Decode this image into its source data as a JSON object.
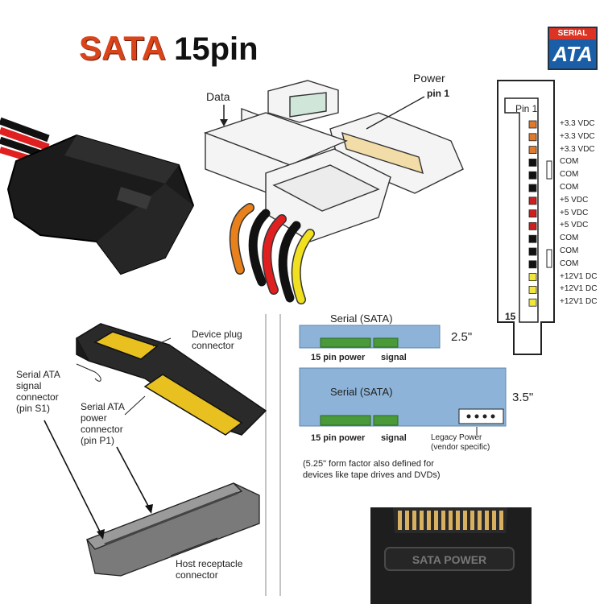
{
  "title": {
    "main": "SATA",
    "sub": "15pin"
  },
  "logo": {
    "top": "SERIAL",
    "bottom": "ATA"
  },
  "top_diagram": {
    "data_label": "Data",
    "power_label": "Power",
    "pin1_label": "pin 1"
  },
  "pinout": {
    "pin1_label": "Pin 1",
    "pin15_label": "15",
    "pins": [
      {
        "label": "+3.3 VDC",
        "color": "#e07a2a"
      },
      {
        "label": "+3.3 VDC",
        "color": "#e07a2a"
      },
      {
        "label": "+3.3 VDC",
        "color": "#e07a2a"
      },
      {
        "label": "COM",
        "color": "#111111"
      },
      {
        "label": "COM",
        "color": "#111111"
      },
      {
        "label": "COM",
        "color": "#111111"
      },
      {
        "label": "+5 VDC",
        "color": "#cc2020"
      },
      {
        "label": "+5 VDC",
        "color": "#cc2020"
      },
      {
        "label": "+5 VDC",
        "color": "#cc2020"
      },
      {
        "label": "COM",
        "color": "#111111"
      },
      {
        "label": "COM",
        "color": "#111111"
      },
      {
        "label": "COM",
        "color": "#111111"
      },
      {
        "label": "+12V1 DC",
        "color": "#f2e63a"
      },
      {
        "label": "+12V1 DC",
        "color": "#f2e63a"
      },
      {
        "label": "+12V1 DC",
        "color": "#f2e63a"
      }
    ]
  },
  "bottom_left": {
    "device_plug": [
      "Device plug",
      "connector"
    ],
    "signal_conn": [
      "Serial ATA",
      "signal",
      "connector",
      "(pin S1)"
    ],
    "power_conn": [
      "Serial ATA",
      "power",
      "connector",
      "(pin P1)"
    ],
    "host_recep": [
      "Host receptacle",
      "connector"
    ]
  },
  "form_factor": {
    "serial_25": "Serial (SATA)",
    "size_25": "2.5\"",
    "power_25": "15 pin power",
    "signal_25": "signal",
    "serial_35": "Serial (SATA)",
    "size_35": "3.5\"",
    "power_35": "15 pin power",
    "signal_35": "signal",
    "legacy": [
      "Legacy Power",
      "(vendor specific)"
    ],
    "note": [
      "(5.25\" form factor also defined for",
      "devices like tape drives and DVDs)"
    ]
  },
  "photo_label": "SATA POWER",
  "colors": {
    "board": "#8db4d8",
    "board_edge": "#5e86aa",
    "green": "#4a9a3a",
    "wire_orange": "#e8801c",
    "wire_red": "#e02020",
    "wire_yellow": "#f0e020",
    "title_orange": "#d9441a"
  }
}
